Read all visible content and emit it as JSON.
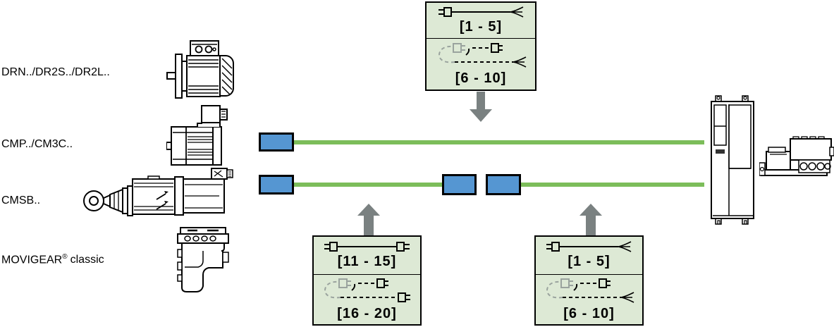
{
  "colors": {
    "box_fill": "#dde9d5",
    "cable_green": "#7cbd5a",
    "connector_blue": "#5596d2",
    "arrow_gray": "#7a8181",
    "dashed_gray": "#9aa39e",
    "line_black": "#000000"
  },
  "left_labels": {
    "drn": "DRN../DR2S../DR2L..",
    "cmp": "CMP../CM3C..",
    "cmsb": "CMSB..",
    "movigear_name": "MOVIGEAR",
    "movigear_sup": "®",
    "movigear_suffix": "classic"
  },
  "devices": {
    "drn_icon": "ac-motor-drawing",
    "cmp_icon": "servo-motor-drawing",
    "cmsb_icon": "electric-cylinder-drawing",
    "movigear_icon": "movigear-drive-drawing",
    "inverter_icon": "inverter-cabinet-drawing",
    "decentral_icon": "decentralized-drive-drawing",
    "inverter_logo_icon": "sew-logo-mark"
  },
  "cable_boxes": {
    "top": {
      "sections": [
        {
          "icon": "plug-to-open-wires-cable-icon",
          "range": "[1 - 5]"
        },
        {
          "icon": "extension-cable-dashed-open-wires-icon",
          "range": "[6 - 10]"
        }
      ]
    },
    "bottom_left": {
      "sections": [
        {
          "icon": "plug-to-plug-cable-icon",
          "range": "[11 - 15]"
        },
        {
          "icon": "extension-cable-dashed-plug-icon",
          "range": "[16 - 20]"
        }
      ]
    },
    "bottom_right": {
      "sections": [
        {
          "icon": "plug-to-open-wires-cable-icon",
          "range": "[1 - 5]"
        },
        {
          "icon": "extension-cable-dashed-open-wires-icon",
          "range": "[6 - 10]"
        }
      ]
    }
  }
}
